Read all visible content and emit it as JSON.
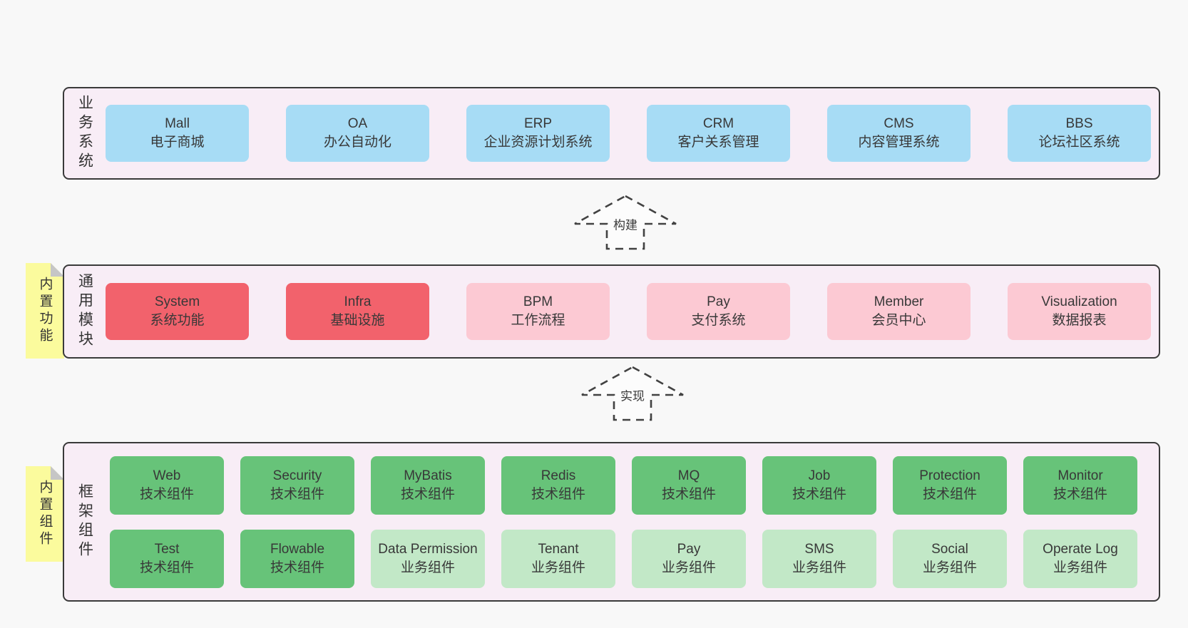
{
  "diagram_title": "admin architecture diagram",
  "colors": {
    "page_background": "#f8f8f8",
    "band_fill": "#f8edf6",
    "band_border": "#3a3a3a",
    "business_box": "#a7dcf5",
    "core_module_box": "#f2626c",
    "module_box": "#fcc9d3",
    "tech_component_box": "#67c379",
    "biz_component_box": "#c2e8c7",
    "sticky_note": "#fbfb9d",
    "sticky_fold": "#c6c6c6",
    "arrow_outline": "#424242",
    "text": "#3a3a3a"
  },
  "bands": [
    {
      "label": "业务系统",
      "boxes": [
        {
          "name": "Mall",
          "desc": "电子商城",
          "type": "blue"
        },
        {
          "name": "OA",
          "desc": "办公自动化",
          "type": "blue"
        },
        {
          "name": "ERP",
          "desc": "企业资源计划系统",
          "type": "blue"
        },
        {
          "name": "CRM",
          "desc": "客户关系管理",
          "type": "blue"
        },
        {
          "name": "CMS",
          "desc": "内容管理系统",
          "type": "blue"
        },
        {
          "name": "BBS",
          "desc": "论坛社区系统",
          "type": "blue"
        }
      ]
    },
    {
      "label": "通用模块",
      "sticky": "内置功能",
      "boxes": [
        {
          "name": "System",
          "desc": "系统功能",
          "type": "red"
        },
        {
          "name": "Infra",
          "desc": "基础设施",
          "type": "red"
        },
        {
          "name": "BPM",
          "desc": "工作流程",
          "type": "pink"
        },
        {
          "name": "Pay",
          "desc": "支付系统",
          "type": "pink"
        },
        {
          "name": "Member",
          "desc": "会员中心",
          "type": "pink"
        },
        {
          "name": "Visualization",
          "desc": "数据报表",
          "type": "pink"
        }
      ]
    },
    {
      "label": "框架组件",
      "sticky": "内置组件",
      "rows": [
        [
          {
            "name": "Web",
            "desc": "技术组件",
            "type": "green"
          },
          {
            "name": "Security",
            "desc": "技术组件",
            "type": "green"
          },
          {
            "name": "MyBatis",
            "desc": "技术组件",
            "type": "green"
          },
          {
            "name": "Redis",
            "desc": "技术组件",
            "type": "green"
          },
          {
            "name": "MQ",
            "desc": "技术组件",
            "type": "green"
          },
          {
            "name": "Job",
            "desc": "技术组件",
            "type": "green"
          },
          {
            "name": "Protection",
            "desc": "技术组件",
            "type": "green"
          },
          {
            "name": "Monitor",
            "desc": "技术组件",
            "type": "green"
          }
        ],
        [
          {
            "name": "Test",
            "desc": "技术组件",
            "type": "green"
          },
          {
            "name": "Flowable",
            "desc": "技术组件",
            "type": "green"
          },
          {
            "name": "Data Permission",
            "desc": "业务组件",
            "type": "green-light"
          },
          {
            "name": "Tenant",
            "desc": "业务组件",
            "type": "green-light"
          },
          {
            "name": "Pay",
            "desc": "业务组件",
            "type": "green-light"
          },
          {
            "name": "SMS",
            "desc": "业务组件",
            "type": "green-light"
          },
          {
            "name": "Social",
            "desc": "业务组件",
            "type": "green-light"
          },
          {
            "name": "Operate Log",
            "desc": "业务组件",
            "type": "green-light"
          }
        ]
      ]
    }
  ],
  "arrows": [
    {
      "label": "构建"
    },
    {
      "label": "实现"
    }
  ]
}
